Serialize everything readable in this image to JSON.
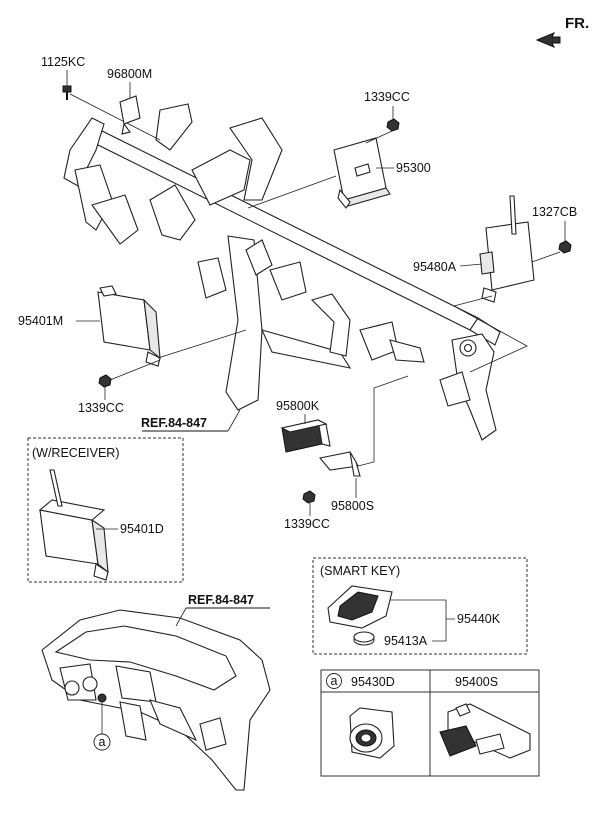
{
  "direction_label": "FR.",
  "parts": {
    "p1125KC": "1125KC",
    "p96800M": "96800M",
    "p1339CC_top": "1339CC",
    "p95300": "95300",
    "p1327CB": "1327CB",
    "p95480A": "95480A",
    "p95401M": "95401M",
    "p1339CC_left": "1339CC",
    "p95800K": "95800K",
    "p95800S": "95800S",
    "p1339CC_mid": "1339CC",
    "p95401D": "95401D",
    "p95440K": "95440K",
    "p95413A": "95413A",
    "p95430D": "95430D",
    "p95400S": "95400S"
  },
  "refs": {
    "ref_upper": "REF.84-847",
    "ref_lower": "REF.84-847"
  },
  "groups": {
    "receiver_title": "(W/RECEIVER)",
    "smart_key_title": "(SMART KEY)",
    "table_marker": "a",
    "dash_marker": "a"
  },
  "colors": {
    "line": "#222222",
    "fill_dark": "#333333",
    "fill_light": "#e8e8e8"
  }
}
